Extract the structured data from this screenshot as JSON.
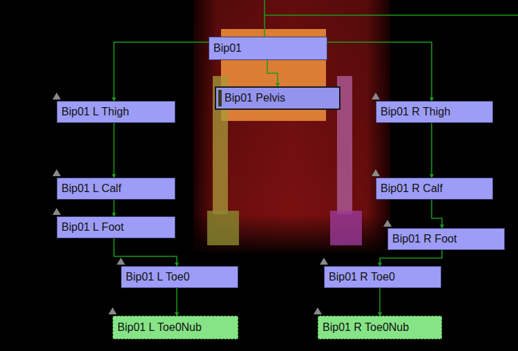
{
  "diagram": {
    "nodes": [
      {
        "text": [
          "Bip01"
        ]
      },
      {
        "text": [
          "Bip01 Pelvis"
        ]
      },
      {
        "text": [
          "Bip01 L Thigh"
        ]
      },
      {
        "text": [
          "Bip01 R Thigh"
        ]
      },
      {
        "text": [
          "Bip01 L Calf"
        ]
      },
      {
        "text": [
          "Bip01 R Calf"
        ]
      },
      {
        "text": [
          "Bip01 L Foot"
        ]
      },
      {
        "text": [
          "Bip01 R Foot"
        ]
      },
      {
        "text": [
          "Bip01 L Toe0"
        ]
      },
      {
        "text": [
          "Bip01 R Toe0"
        ]
      },
      {
        "text": [
          "Bip01 L Toe0Nub"
        ]
      },
      {
        "text": [
          "Bip01 R Toe0Nub"
        ]
      }
    ],
    "edges": [
      {
        "from": 0,
        "to": 1,
        "arrow": "to"
      },
      {
        "from": 0,
        "to": 2,
        "arrow": "to"
      },
      {
        "from": 0,
        "to": 3,
        "arrow": "to"
      },
      {
        "from": 2,
        "to": 4,
        "arrow": "to"
      },
      {
        "from": 4,
        "to": 6,
        "arrow": "to"
      },
      {
        "from": 6,
        "to": 8,
        "arrow": "to"
      },
      {
        "from": 8,
        "to": 10,
        "arrow": "to"
      },
      {
        "from": 3,
        "to": 5,
        "arrow": "to"
      },
      {
        "from": 5,
        "to": 7,
        "arrow": "to"
      },
      {
        "from": 7,
        "to": 9,
        "arrow": "to"
      },
      {
        "from": 9,
        "to": 11,
        "arrow": "to"
      }
    ]
  }
}
